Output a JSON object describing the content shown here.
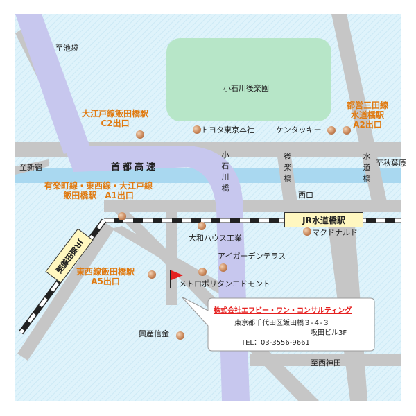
{
  "map": {
    "areas": {
      "park": "小石川後楽園",
      "toward_ikebukuro": "至池袋",
      "toward_shinjuku": "至新宿",
      "toward_akihabara": "至秋葉原",
      "toward_nishikanda": "至西神田"
    },
    "highway_label": "首都高速",
    "roads_vertical": {
      "koishikawa_bashi": [
        "小",
        "石",
        "川",
        "橋"
      ],
      "korakubashi": [
        "後",
        "楽",
        "橋"
      ],
      "suidobashi": [
        "水",
        "道",
        "橋"
      ]
    },
    "exit_west": "西口",
    "stations": {
      "iidabashi_jr": "JR飯田橋駅",
      "suidobashi_jr": "JR水道橋駅"
    },
    "subway_exits": {
      "oedo_c2": "大江戸線飯田橋駅\nC2出口",
      "mita_a2": "都営三田線\n水道橋駅\nA2出口",
      "yurakucho_a1": "有楽町線・東西線・大江戸線\n飯田橋駅　A1出口",
      "tozai_a5": "東西線飯田橋駅\nA5出口"
    },
    "landmarks": {
      "toyota": "トヨタ東京本社",
      "kfc": "ケンタッキー",
      "daiwa": "大和ハウス工業",
      "mcdonalds": "マクドナルド",
      "igarden": "アイガーデンテラス",
      "metropolitan": "メトロポリタンエドモント",
      "kosan": "興産信金"
    },
    "company": {
      "name": "株式会社エフビー・ワン・コンサルティング",
      "address": "東京都千代田区飯田橋３-４-３",
      "building": "坂田ビル3F",
      "tel": "TEL：03-3556-9661"
    },
    "colors": {
      "background": "#dff3fb",
      "road": "#c6c6c6",
      "highway": "#c7c7ee",
      "river": "#a9d8f0",
      "park": "#b7e6c8",
      "label_orange": "#e07a10",
      "company_red": "#e5201f"
    }
  }
}
